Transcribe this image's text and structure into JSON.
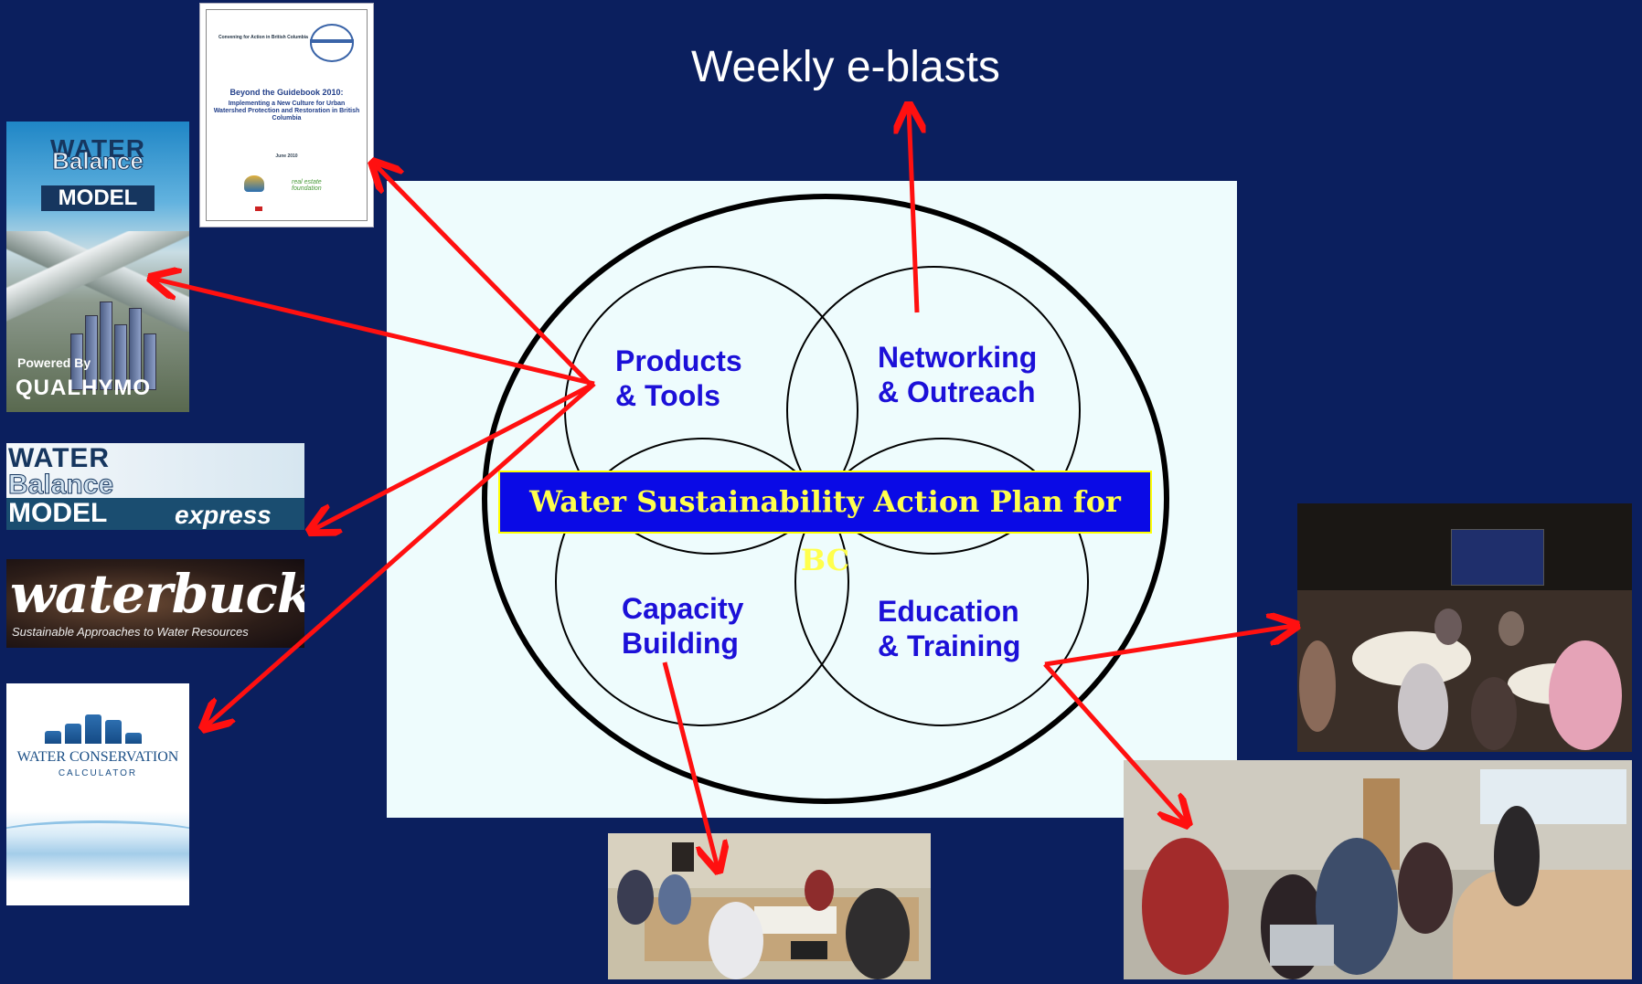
{
  "header": {
    "weekly_label": "Weekly e-blasts"
  },
  "diagram": {
    "center_banner": "Water Sustainability Action Plan for BC",
    "quadrants": {
      "products_line1": "Products",
      "products_line2": "& Tools",
      "networking_line1": "Networking",
      "networking_line2": "& Outreach",
      "capacity_line1": "Capacity",
      "capacity_line2": "Building",
      "education_line1": "Education",
      "education_line2": "& Training"
    },
    "colors": {
      "background": "#0b1f5e",
      "arrow": "#ff1010",
      "label": "#1c10d8",
      "banner_fill": "#0a0ae6",
      "banner_text": "#ffff4d"
    }
  },
  "thumbnails": {
    "guidebook": {
      "header": "Convening for Action in British Columbia",
      "title": "Beyond the Guidebook 2010:",
      "subtitle": "Implementing a New Culture for Urban Watershed Protection and Restoration in British Columbia",
      "date": "June 2010",
      "sponsor": "real estate foundation"
    },
    "water_balance_model": {
      "line1": "WATER",
      "line2": "Balance",
      "line3": "MODEL",
      "powered_by": "Powered By",
      "engine": "QUALHYMO"
    },
    "wbm_express": {
      "line1": "WATER",
      "line2": "Balance",
      "line3": "MODEL",
      "suffix": "express"
    },
    "waterbucket": {
      "title": "waterbucket",
      "tagline": "Sustainable Approaches to Water Resources"
    },
    "conservation_calculator": {
      "line1": "WATER CONSERVATION",
      "line2": "CALCULATOR"
    }
  }
}
